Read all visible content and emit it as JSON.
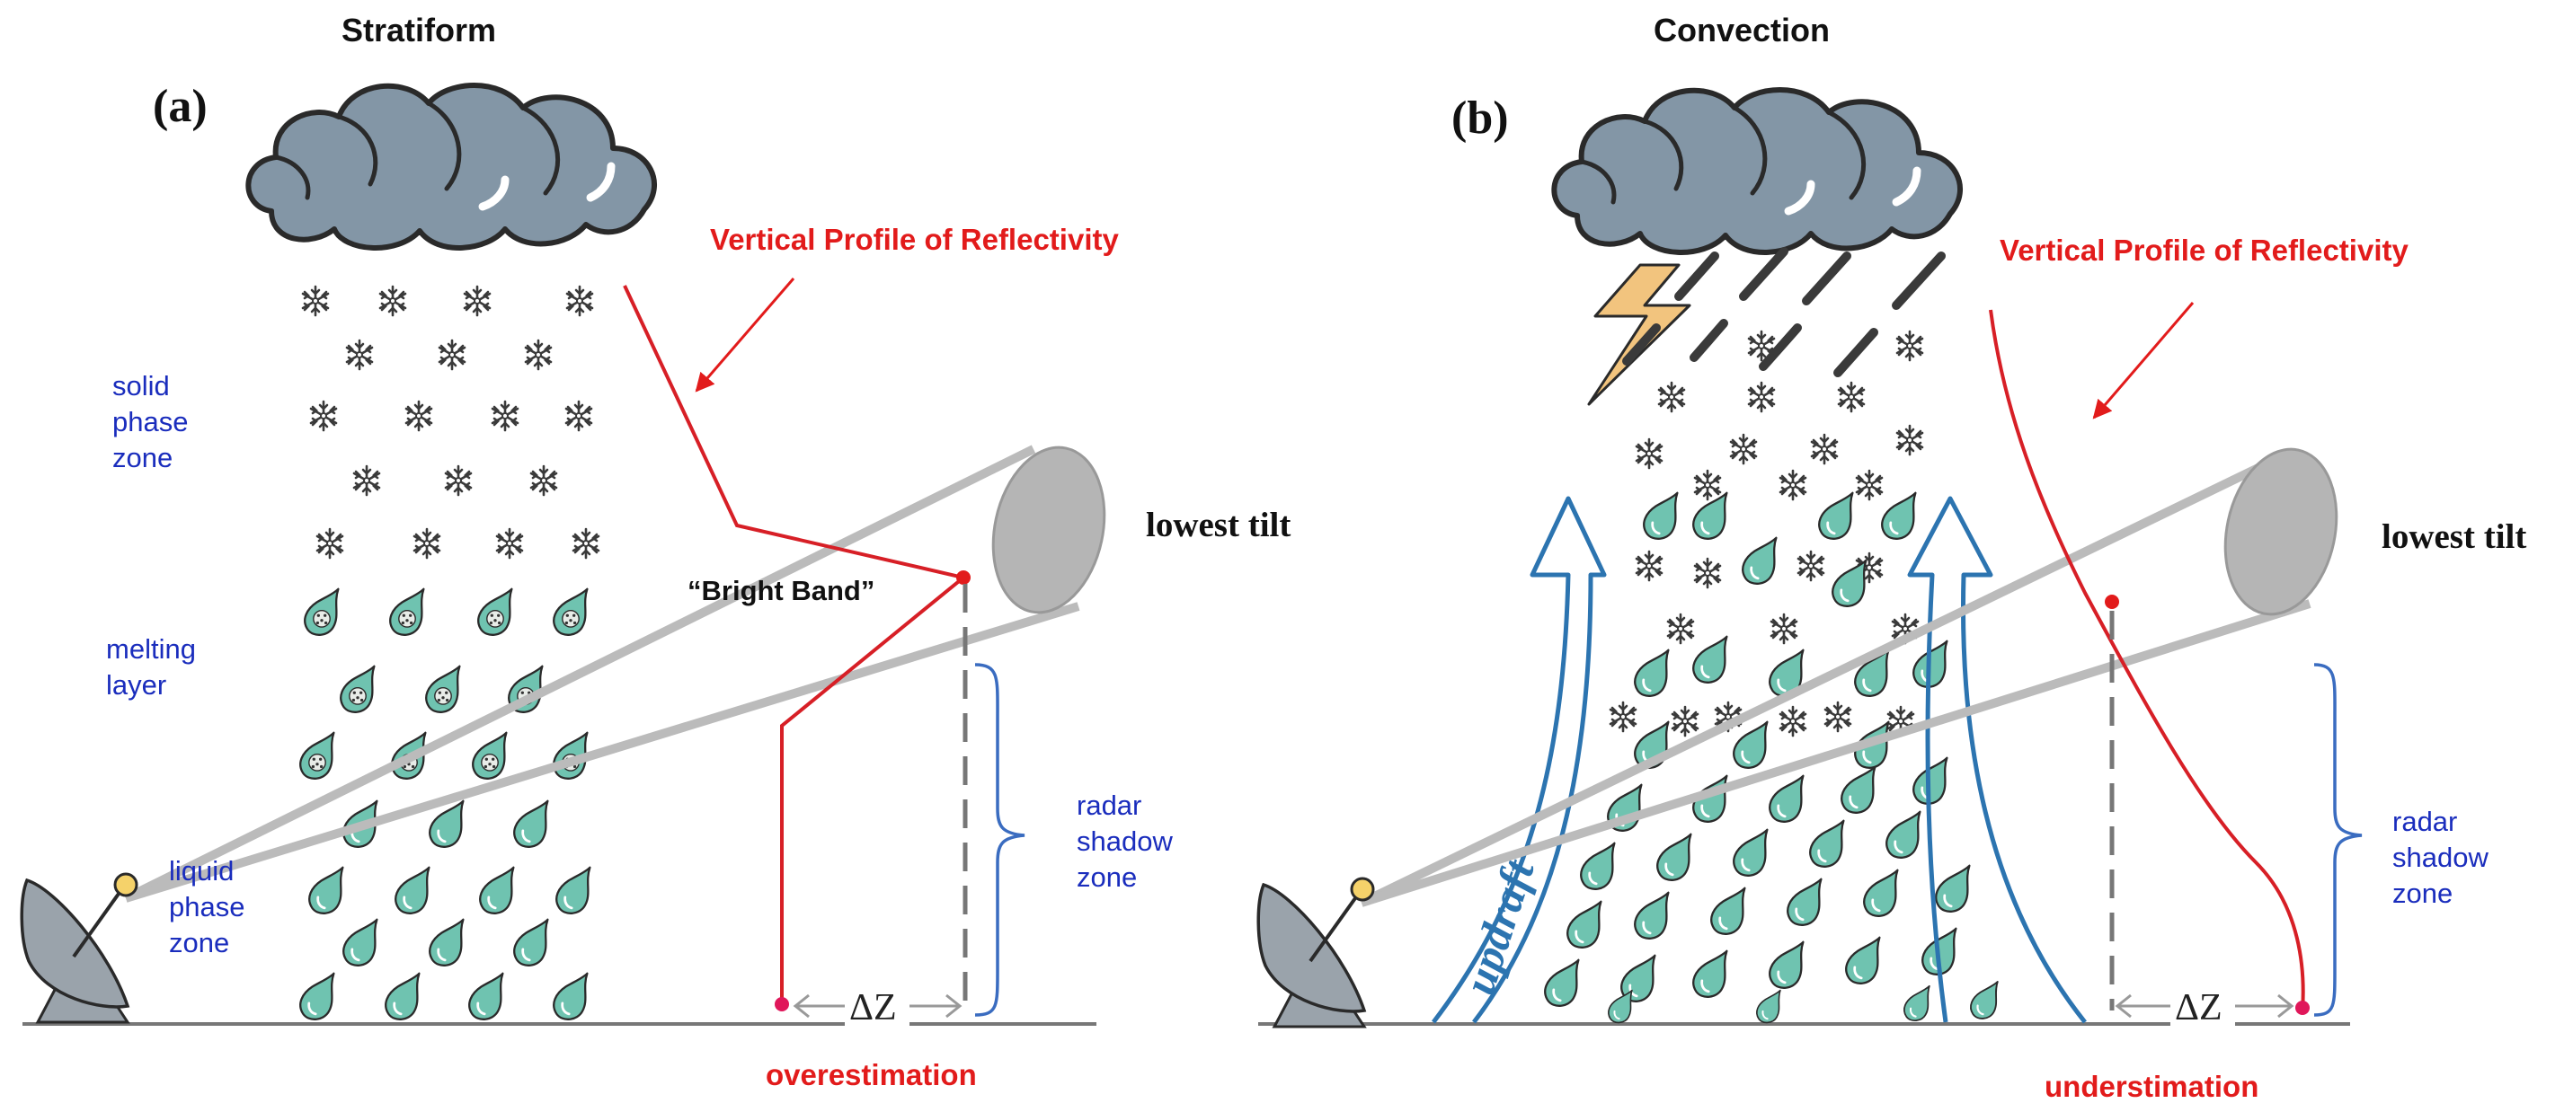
{
  "panel_a": {
    "heading": "Stratiform",
    "letter": "(a)",
    "vpr_label": "Vertical Profile of Reflectivity",
    "zone_solid": [
      "solid",
      "phase",
      "zone"
    ],
    "zone_melting": [
      "melting",
      "layer"
    ],
    "zone_liquid": [
      "liquid",
      "phase",
      "zone"
    ],
    "bright_band": "“Bright Band”",
    "lowest_tilt": "lowest tilt",
    "shadow_zone": [
      "radar",
      "shadow",
      "zone"
    ],
    "delta_z": "ΔZ",
    "estimate": "overestimation"
  },
  "panel_b": {
    "heading": "Convection",
    "letter": "(b)",
    "vpr_label": "Vertical Profile of Reflectivity",
    "lowest_tilt": "lowest tilt",
    "updraft": "updraft",
    "shadow_zone": [
      "radar",
      "shadow",
      "zone"
    ],
    "delta_z": "ΔZ",
    "estimate": "understimation"
  },
  "colors": {
    "cloud": "#8396a6",
    "drop": "#6fc3b0",
    "snow": "#3a3a3a",
    "profile": "#d71f26",
    "zone_text": "#1a2dbd",
    "beam": "#bbbbbb",
    "updraft": "#2c74b0",
    "lightning": "#f2c47e"
  },
  "icons": [
    "cloud-icon",
    "snowflake-icon",
    "raindrop-icon",
    "radar-dish-icon",
    "lightning-icon",
    "updraft-arrow-icon",
    "brace-icon"
  ]
}
